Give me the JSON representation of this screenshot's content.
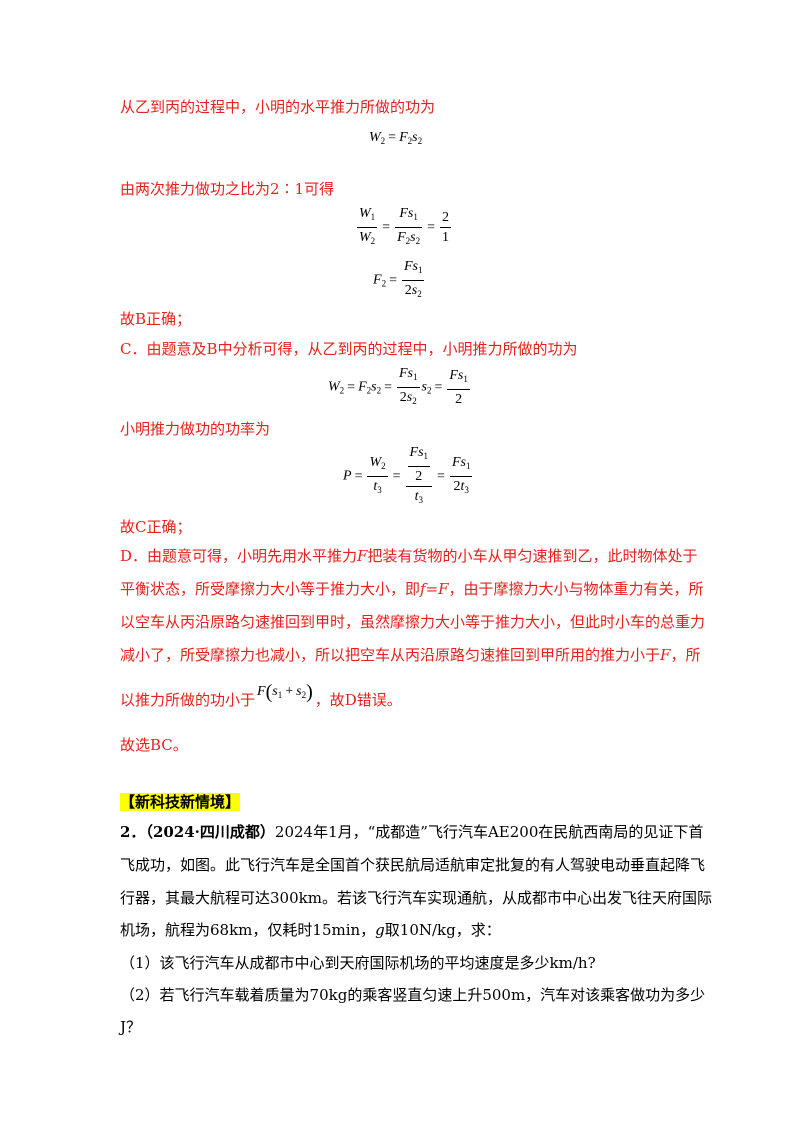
{
  "lines": {
    "l1": "从乙到丙的过程中，小明的水平推力所做的功为",
    "l2": "由两次推力做功之比为2∶1可得",
    "l3": "故B正确；",
    "l4": "C．由题意及B中分析可得，从乙到丙的过程中，小明推力所做的功为",
    "l5": "小明推力做功的功率为",
    "l6": "故C正确；",
    "d1_pre": "D．由题意可得，小明先用水平推力",
    "d1_var": "F",
    "d1_post": "把装有货物的小车从甲匀速推到乙，此时物体处于",
    "d2_pre": "平衡状态，所受摩擦力大小等于推力大小，即",
    "d2_eq": "f=F",
    "d2_post": "，由于摩擦力大小与物体重力有关，所",
    "d3": "以空车从丙沿原路匀速推回到甲时，虽然摩擦力大小等于推力大小，但此时小车的总重力",
    "d4_pre": "减小了，所受摩擦力也减小，所以把空车从丙沿原路匀速推回到甲所用的推力小于",
    "d4_var": "F",
    "d4_post": "，所",
    "d5_pre": "以推力所做的功小于",
    "d5_post": "，故D错误。",
    "answer": "故选BC。"
  },
  "section": {
    "heading": "【新科技新情境】"
  },
  "problem": {
    "number": "2．",
    "source": "（2024·四川成都）",
    "p1": "2024年1月，“成都造”飞行汽车AE200在民航西南局的见证下首",
    "p2": "飞成功，如图。此飞行汽车是全国首个获民航局适航审定批复的有人驾驶电动垂直起降飞",
    "p3": "行器，其最大航程可达300km。若该飞行汽车实现通航，从成都市中心出发飞往天府国际",
    "p4_pre": "机场，航程为68km，仅耗时15min，",
    "p4_g": "g",
    "p4_post": "取10N/kg，求：",
    "q1": "（1）该飞行汽车从成都市中心到天府国际机场的平均速度是多少km/h?",
    "q2": "（2）若飞行汽车载着质量为70kg的乘客竖直匀速上升500m，汽车对该乘客做功为多少",
    "q2b": "J？"
  },
  "math": {
    "eq": "=",
    "plus": "+",
    "two": "2",
    "one": "1"
  },
  "colors": {
    "solution_text": "#e8211d",
    "highlight": "#ffff00"
  }
}
